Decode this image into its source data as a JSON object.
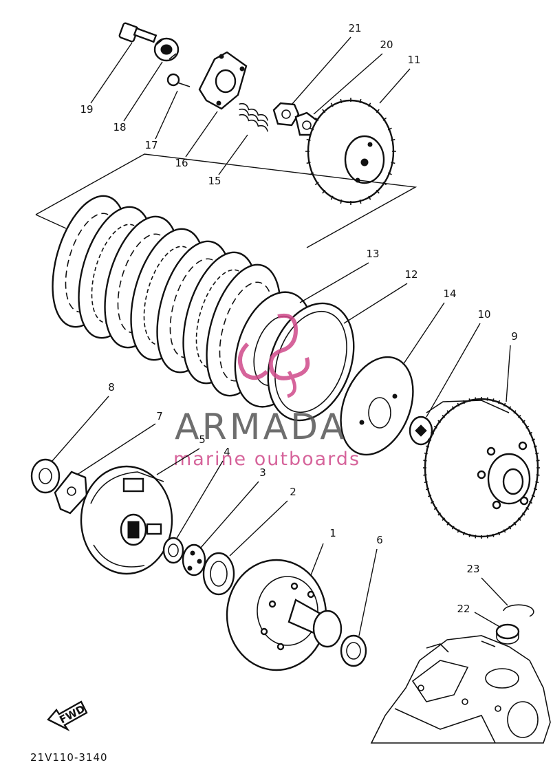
{
  "diagram": {
    "code": "21V110-3140",
    "direction_label": "FWD",
    "watermark": {
      "brand": "ARMADA",
      "tagline": "marine outboards"
    },
    "callouts": [
      "1",
      "2",
      "3",
      "4",
      "5",
      "6",
      "7",
      "8",
      "9",
      "10",
      "11",
      "12",
      "13",
      "14",
      "15",
      "16",
      "17",
      "18",
      "19",
      "20",
      "21",
      "22",
      "23"
    ]
  },
  "colors": {
    "line": "#111111",
    "watermark_gray": "#555555",
    "watermark_pink": "#d04a8a"
  }
}
